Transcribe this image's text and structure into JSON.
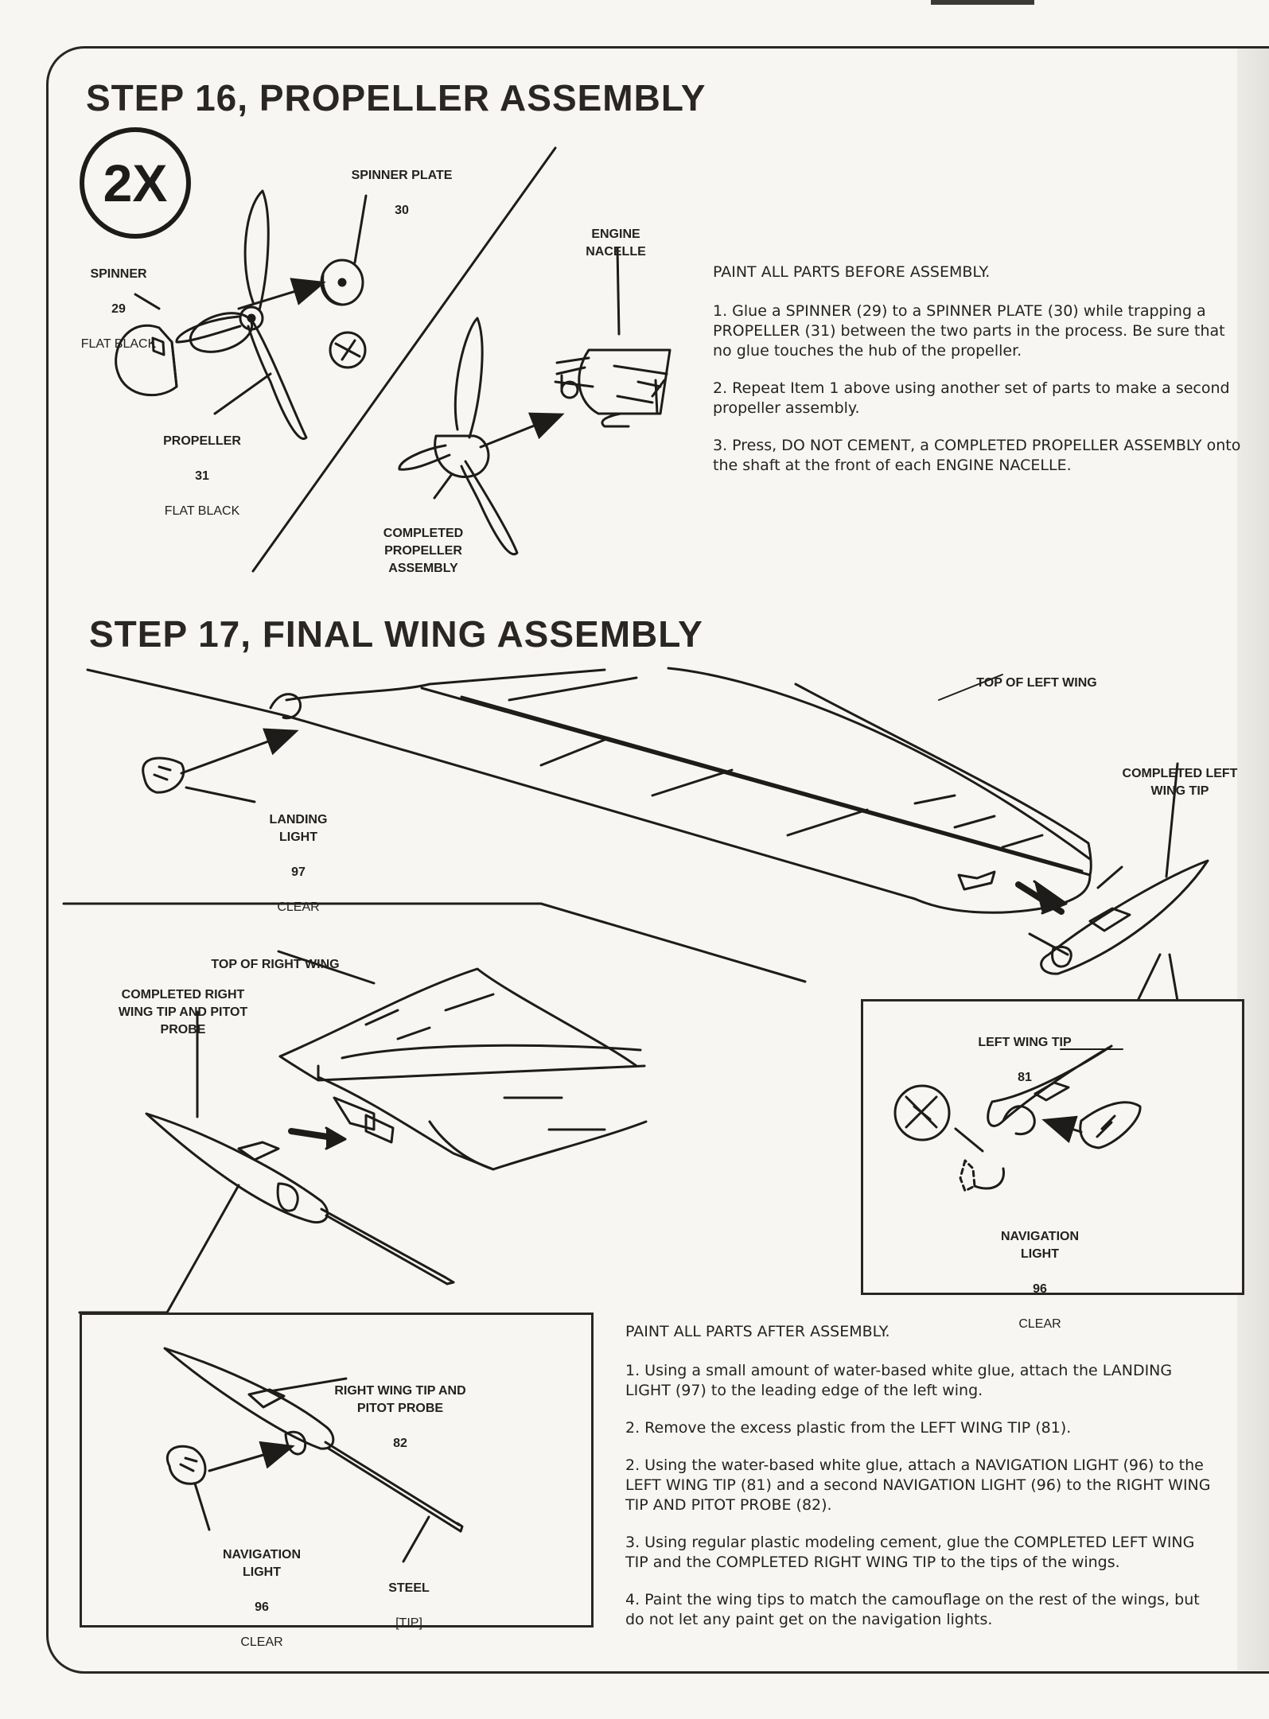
{
  "step16": {
    "title": "STEP 16, PROPELLER ASSEMBLY",
    "multiplier": "2X",
    "callouts": {
      "spinner_plate": {
        "name": "SPINNER PLATE",
        "number": "30"
      },
      "engine_nacelle": {
        "name": "ENGINE NACELLE"
      },
      "spinner": {
        "name": "SPINNER",
        "number": "29",
        "finish": "FLAT BLACK"
      },
      "propeller": {
        "name": "PROPELLER",
        "number": "31",
        "finish": "FLAT BLACK"
      },
      "completed_propeller": {
        "name": "COMPLETED PROPELLER ASSEMBLY"
      }
    },
    "instructions": {
      "lead": "PAINT ALL PARTS BEFORE ASSEMBLY.",
      "items": [
        "1.  Glue a SPINNER (29) to a SPINNER PLATE (30) while trapping a PROPELLER (31) between the two parts in the process.  Be sure that no glue touches the hub of the propeller.",
        "2.  Repeat Item 1 above using another set of parts to make a second propeller assembly.",
        "3.  Press, DO NOT CEMENT, a COMPLETED PROPELLER ASSEMBLY onto the shaft at the front of each ENGINE NACELLE."
      ]
    }
  },
  "step17": {
    "title": "STEP 17, FINAL WING ASSEMBLY",
    "callouts": {
      "top_left_wing": {
        "name": "TOP OF LEFT WING"
      },
      "completed_left_tip": {
        "name": "COMPLETED LEFT WING TIP"
      },
      "landing_light": {
        "name": "LANDING LIGHT",
        "number": "97",
        "finish": "CLEAR"
      },
      "top_right_wing": {
        "name": "TOP OF RIGHT WING"
      },
      "completed_right_tip": {
        "name": "COMPLETED RIGHT WING TIP AND PITOT PROBE"
      },
      "left_wing_tip": {
        "name": "LEFT WING TIP",
        "number": "81"
      },
      "nav_light_left": {
        "name": "NAVIGATION LIGHT",
        "number": "96",
        "finish": "CLEAR"
      },
      "right_tip_probe": {
        "name": "RIGHT WING TIP AND PITOT PROBE",
        "number": "82"
      },
      "nav_light_right": {
        "name": "NAVIGATION LIGHT",
        "number": "96",
        "finish": "CLEAR"
      },
      "steel_tip": {
        "name": "STEEL",
        "finish": "[TIP]"
      }
    },
    "instructions": {
      "lead": "PAINT ALL PARTS AFTER ASSEMBLY.",
      "items": [
        "1.  Using a small amount of water-based white glue, attach the LANDING LIGHT (97) to the leading edge of the left wing.",
        "2.  Remove the excess plastic from the LEFT WING TIP (81).",
        "2.  Using the water-based white glue, attach a NAVIGATION LIGHT (96) to the LEFT WING TIP (81) and a second NAVIGATION LIGHT (96) to the RIGHT WING TIP AND PITOT PROBE (82).",
        "3.  Using regular plastic modeling cement, glue the COMPLETED LEFT WING TIP and the COMPLETED RIGHT WING TIP to the tips of the wings.",
        "4.  Paint the wing tips to match the camouflage on the rest of the wings, but do not let any paint get on the navigation lights."
      ]
    }
  }
}
